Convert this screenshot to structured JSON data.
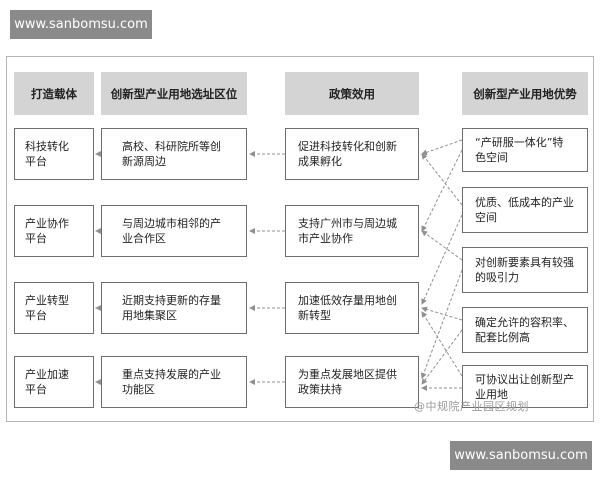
{
  "watermarks": {
    "top": "www.sanbomsu.com",
    "bottom": "www.sanbomsu.com"
  },
  "headers": [
    "打造载体",
    "创新型产业用地选址区位",
    "政策效用",
    "创新型产业用地优势"
  ],
  "platforms": [
    [
      "科技转化",
      "平台"
    ],
    [
      "产业协作",
      "平台"
    ],
    [
      "产业转型",
      "平台"
    ],
    [
      "产业加速",
      "平台"
    ]
  ],
  "locations": [
    [
      "高校、科研院所等创",
      "新源周边"
    ],
    [
      "与周边城市相邻的产",
      "业合作区"
    ],
    [
      "近期支持更新的存量",
      "用地集聚区"
    ],
    [
      "重点支持发展的产业",
      "功能区"
    ]
  ],
  "policies": [
    [
      "促进科技转化和创新",
      "成果孵化"
    ],
    [
      "支持广州市与周边城",
      "市产业协作"
    ],
    [
      "加速低效存量用地创",
      "新转型"
    ],
    [
      "为重点发展地区提供",
      "政策扶持"
    ]
  ],
  "advantages": [
    [
      "“产研服一体化”特",
      "色空间"
    ],
    [
      "优质、低成本的产业",
      "空间"
    ],
    [
      "对创新要素具有较强",
      "的吸引力"
    ],
    [
      "确定允许的容积率、",
      "配套比例高"
    ],
    [
      "可协议出让创新型产",
      "业用地"
    ]
  ],
  "source": "@中规院产业园区规划",
  "colors": {
    "header_bg": "#d4d4d4",
    "border": "#6e6e6e",
    "arrow": "#909090",
    "watermark_bg": "#8a8a8a"
  }
}
